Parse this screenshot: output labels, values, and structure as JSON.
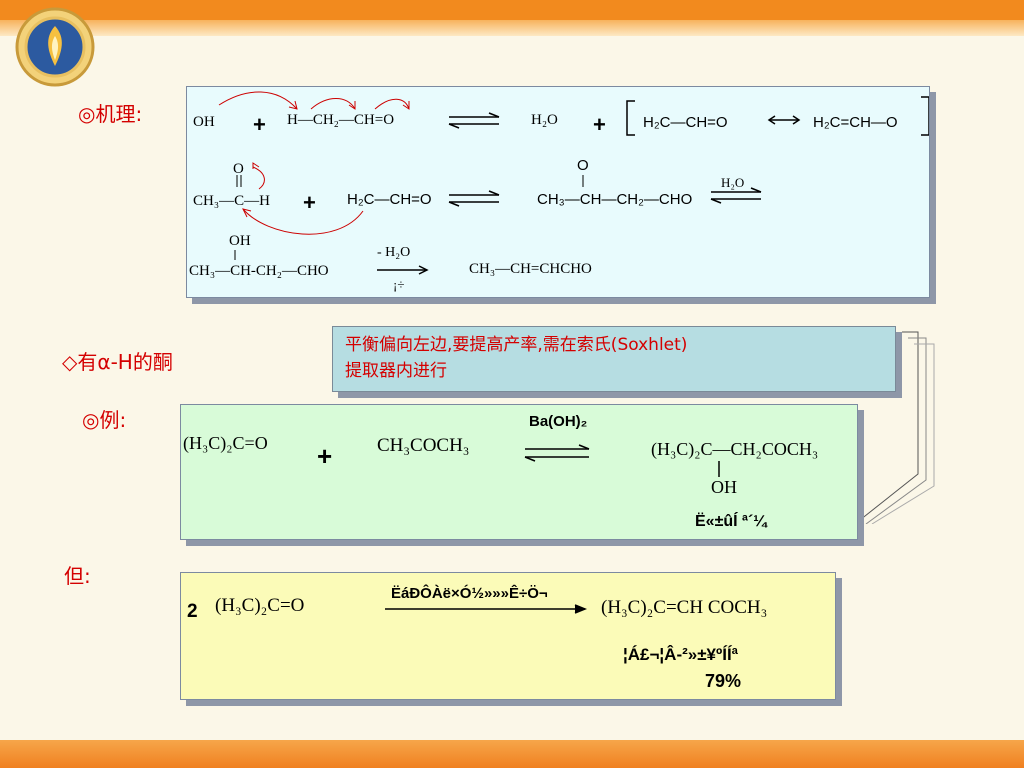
{
  "headings": {
    "mechanism": "◎机理:",
    "ketone": "◇有α-H的酮",
    "example": "◎例:",
    "but": "但:"
  },
  "note": {
    "line1": "平衡偏向左边,要提高产率,需在索氏(Soxhlet)",
    "line2": "提取器内进行"
  },
  "mechanism": {
    "oh_minus": "OH",
    "h_ch2_cho": "H—CH₂—CH=O",
    "water": "H₂O",
    "enolate_1": "H₂C—CH=O",
    "enolate_2": "H₂C=CH—O",
    "aldehyde_o": "O",
    "acetaldehyde": "CH₃—C—H",
    "enolate_3": "H₂C—CH=O",
    "adduct_o": "O",
    "adduct": "CH₃—CH—CH₂—CHO",
    "h2o_rev": "H₂O",
    "aldol_oh": "OH",
    "aldol": "CH₃—CH-CH₂—CHO",
    "minus_h2o": "- H₂O",
    "heat": "¡÷",
    "crotonaldehyde": "CH₃—CH=CHCHO"
  },
  "example": {
    "acetone": "(H₃C)₂C=O",
    "acetone2": "CH₃COCH₃",
    "catalyst": "Ba(OH)₂",
    "product": "(H₃C)₂C—CH₂COCH₃",
    "product_oh": "OH",
    "product_label": "Ë«±ûÍ ª´¼"
  },
  "but": {
    "coef": "2",
    "acetone": "(H₃C)₂C=O",
    "reagent": "ËáÐÔÀë×Ó½»»»Ê÷Ö¬",
    "product": "(H₃C)₂C=CH COCH₃",
    "label": "¦Á£¬¦Â-²»±¥ºÍÍª",
    "yield": "79%"
  }
}
